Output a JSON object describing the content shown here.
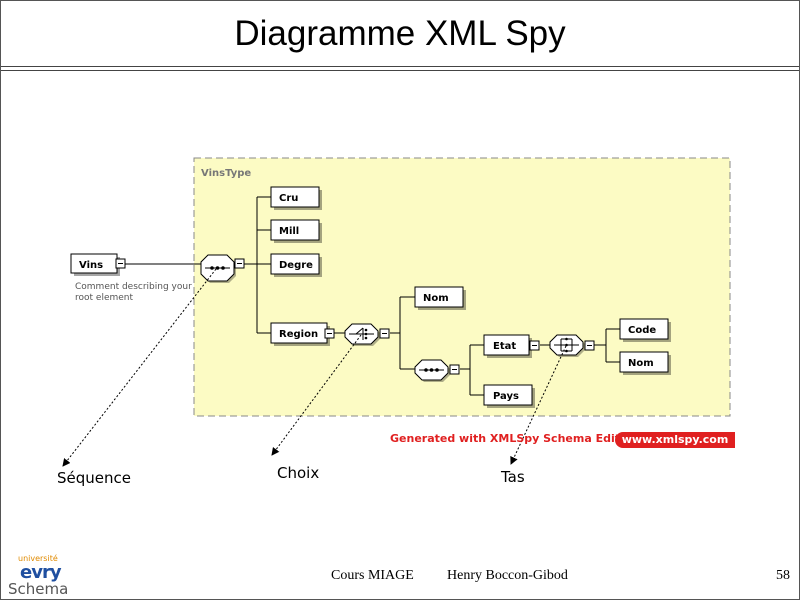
{
  "title": "Diagramme XML Spy",
  "diagram": {
    "group_label": "VinsType",
    "root": {
      "label": "Vins",
      "comment_line1": "Comment describing your",
      "comment_line2": "root element"
    },
    "elements": {
      "cru": "Cru",
      "mill": "Mill",
      "degre": "Degre",
      "region": "Region",
      "nom1": "Nom",
      "etat": "Etat",
      "pays": "Pays",
      "code": "Code",
      "nom2": "Nom"
    },
    "banner": {
      "generated": "Generated with XMLSpy Schema Editor",
      "url": "www.xmlspy.com"
    }
  },
  "annotations": {
    "sequence": "Séquence",
    "choice": "Choix",
    "all": "Tas"
  },
  "footer": {
    "course": "Cours MIAGE",
    "author": "Henry Boccon-Gibod",
    "page": "58"
  },
  "logo": {
    "top": "université",
    "main": "evry",
    "sub": "Schema"
  }
}
